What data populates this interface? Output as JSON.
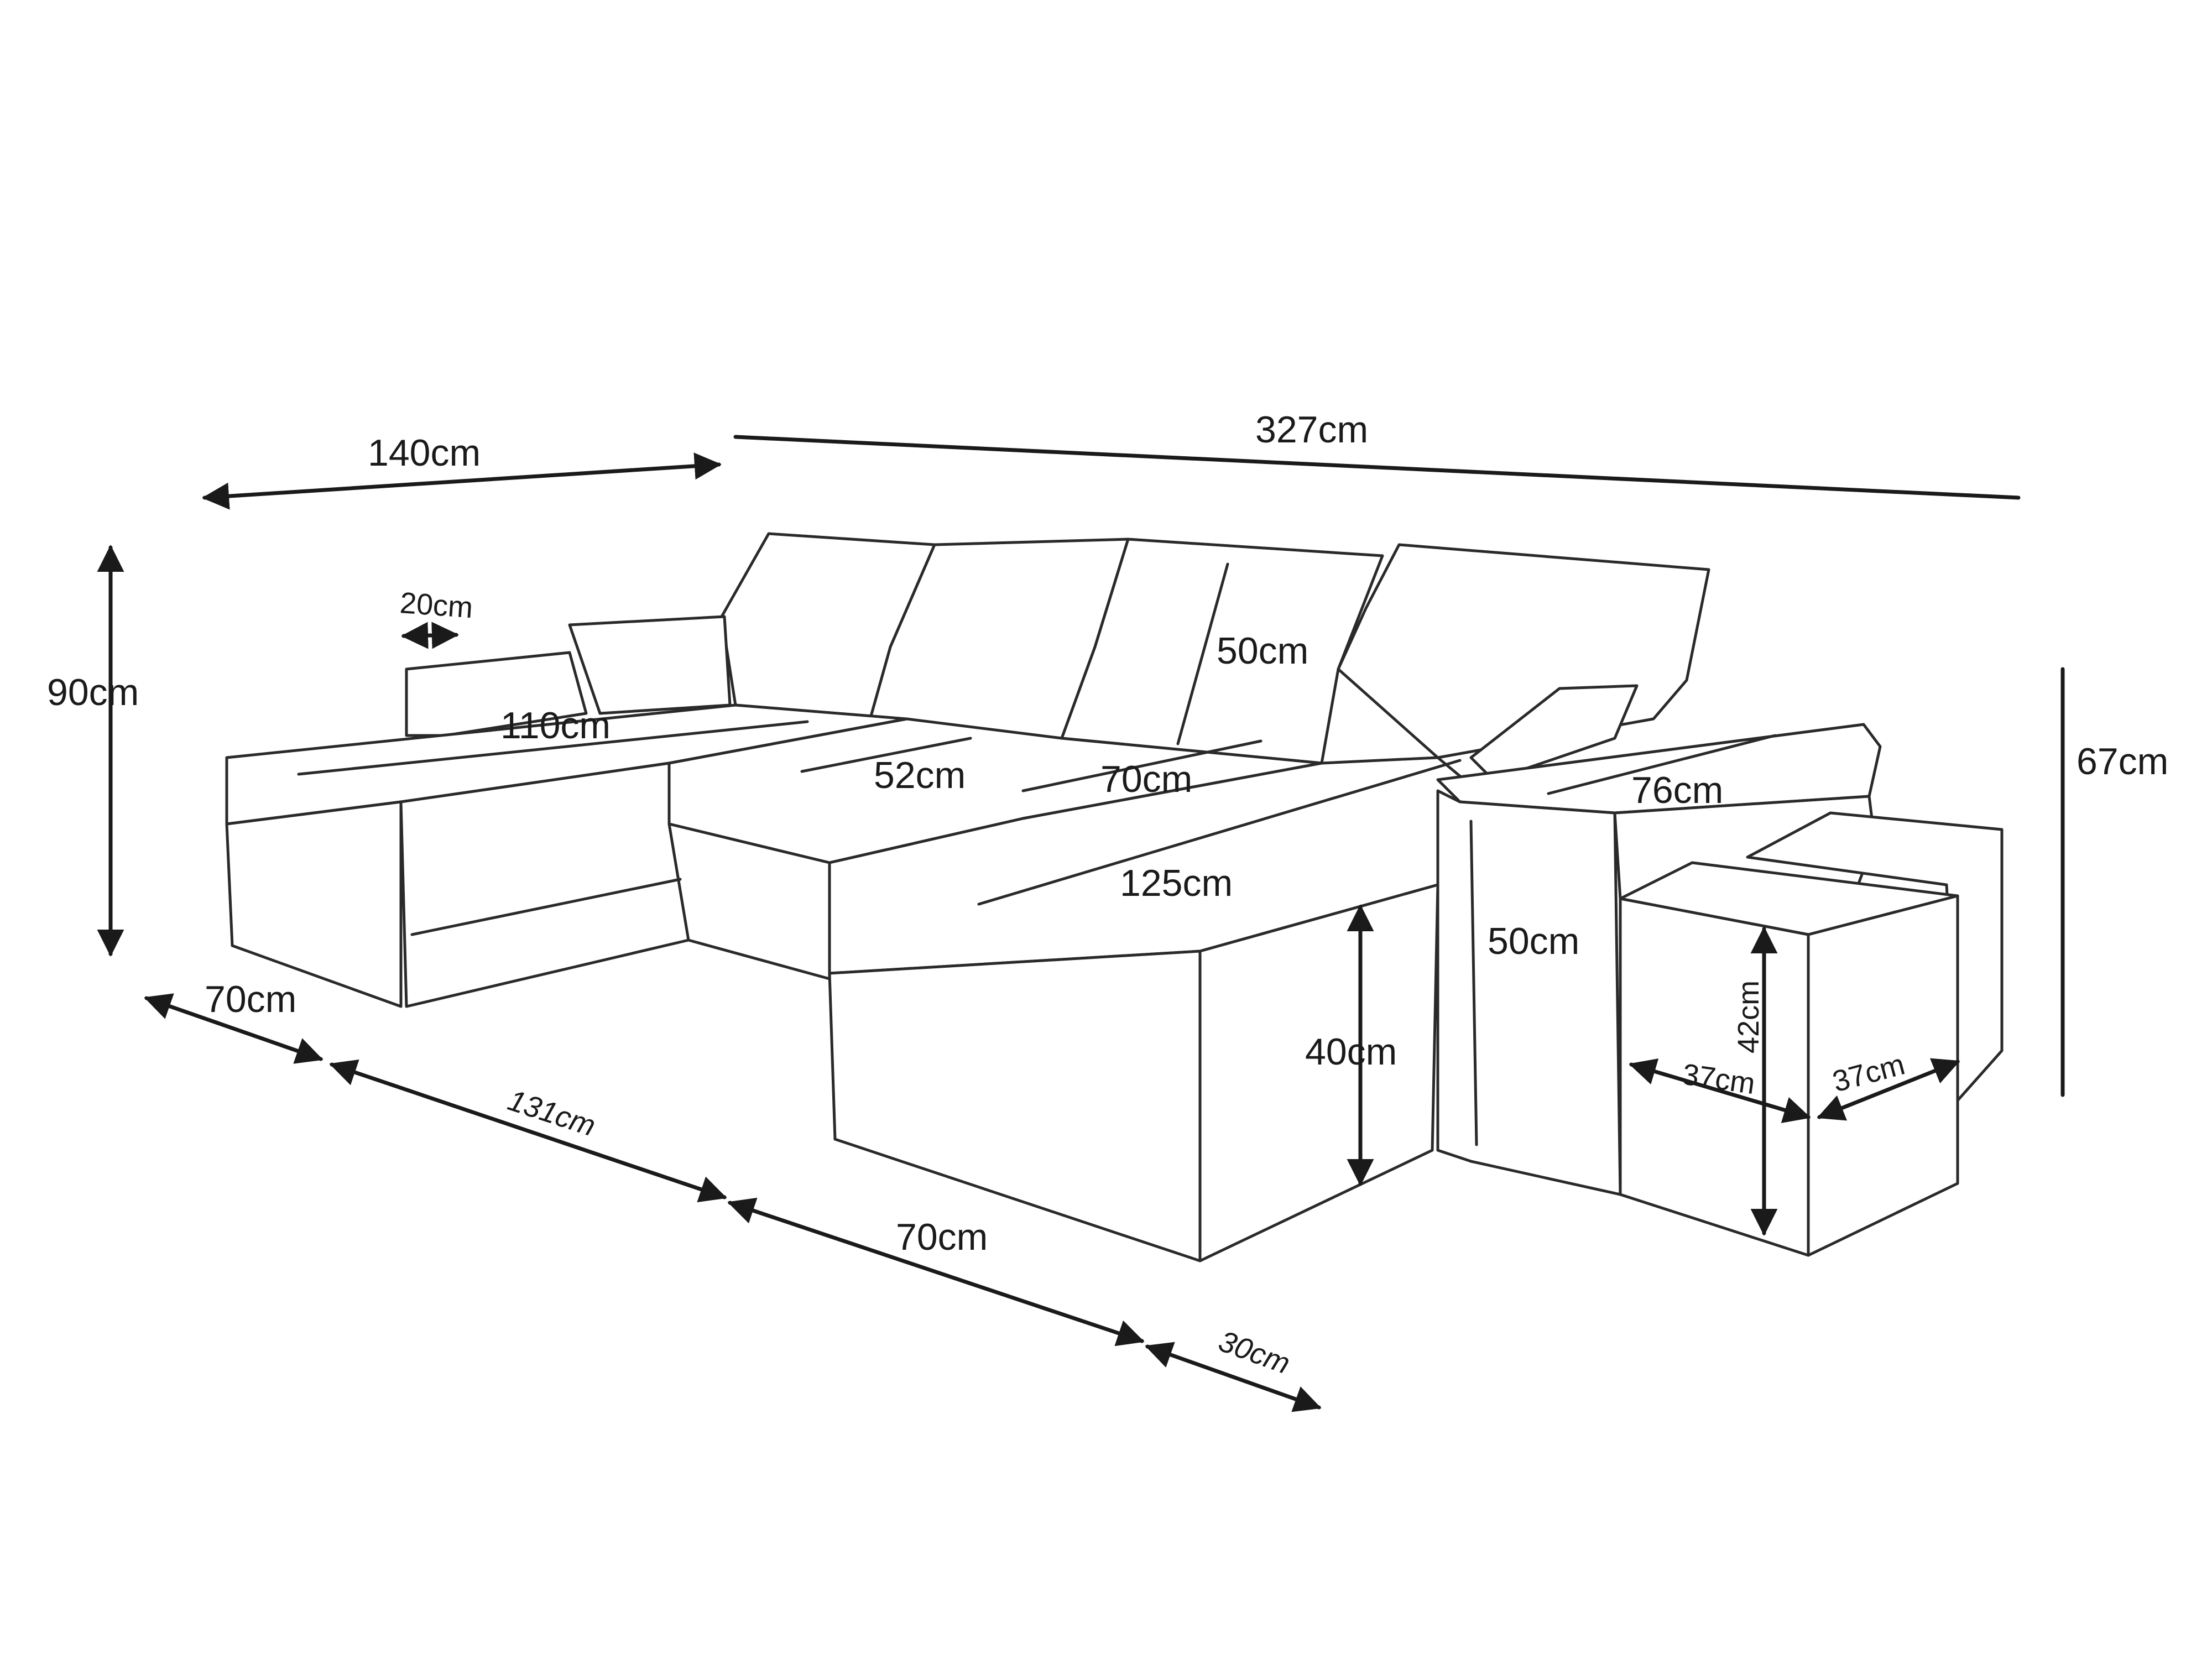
{
  "colors": {
    "stroke": "#2a2a2a",
    "background": "#ffffff"
  },
  "labels": {
    "width_left": "140cm",
    "width_total": "327cm",
    "height_total": "90cm",
    "arm_width": "20cm",
    "left_seat_length": "110cm",
    "back_cushion_height": "50cm",
    "seat_cushion_width": "52cm",
    "seat_depth_mid": "70cm",
    "chaise_length": "125cm",
    "right_arm_length": "76cm",
    "right_height": "67cm",
    "arm_height": "50cm",
    "seat_height": "40cm",
    "ottoman_height": "42cm",
    "ottoman_depth": "37cm",
    "ottoman_width": "37cm",
    "base_left": "70cm",
    "base_middle": "131cm",
    "base_right": "70cm",
    "base_arm": "30cm"
  }
}
